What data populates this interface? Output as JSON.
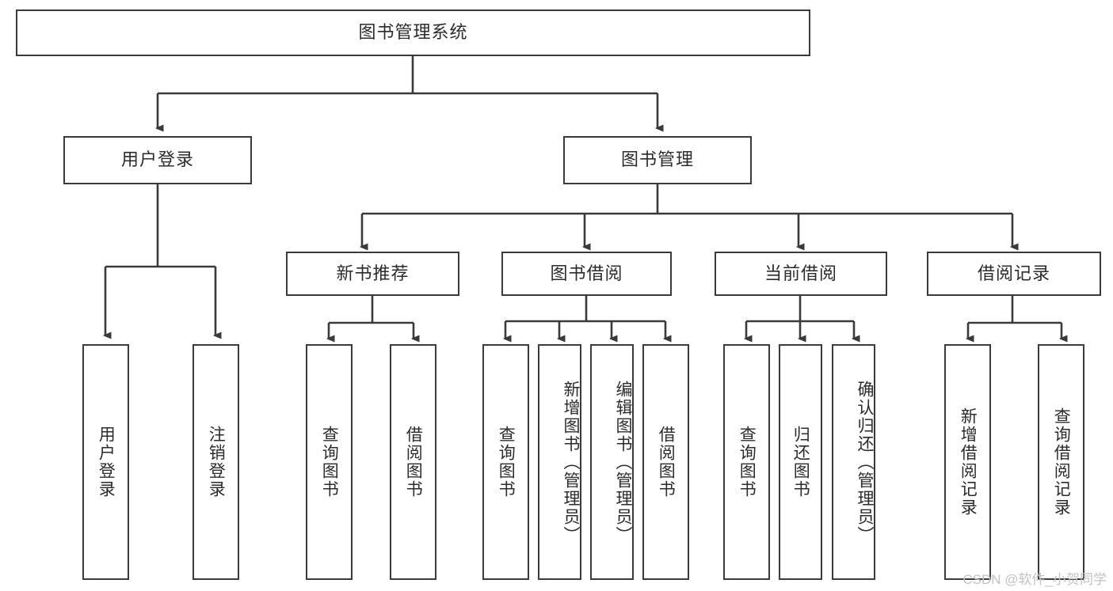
{
  "diagram": {
    "title": "图书管理系统",
    "type": "tree",
    "colors": {
      "background": "#ffffff",
      "node_fill": "#ffffff",
      "node_border": "#3a3a3a",
      "connector": "#3a3a3a",
      "text": "#2b2b2b",
      "watermark": "#c2c2c2"
    },
    "root": {
      "label": "图书管理系统"
    },
    "level2": [
      {
        "label": "用户登录"
      },
      {
        "label": "图书管理"
      }
    ],
    "level3": [
      {
        "label": "新书推荐"
      },
      {
        "label": "图书借阅"
      },
      {
        "label": "当前借阅"
      },
      {
        "label": "借阅记录"
      }
    ],
    "leaves": {
      "user_login": [
        {
          "label": "用户登录"
        },
        {
          "label": "注销登录"
        }
      ],
      "new_book_recommend": [
        {
          "label": "查询图书"
        },
        {
          "label": "借阅图书"
        }
      ],
      "book_borrow": [
        {
          "label": "查询图书"
        },
        {
          "label": "新增图书（管理员）"
        },
        {
          "label": "编辑图书（管理员）"
        },
        {
          "label": "借阅图书"
        }
      ],
      "current_borrow": [
        {
          "label": "查询图书"
        },
        {
          "label": "归还图书"
        },
        {
          "label": "确认归还（管理员）"
        }
      ],
      "borrow_record": [
        {
          "label": "新增借阅记录"
        },
        {
          "label": "查询借阅记录"
        }
      ]
    }
  },
  "watermark": {
    "text": "CSDN @软件_小贺同学"
  }
}
